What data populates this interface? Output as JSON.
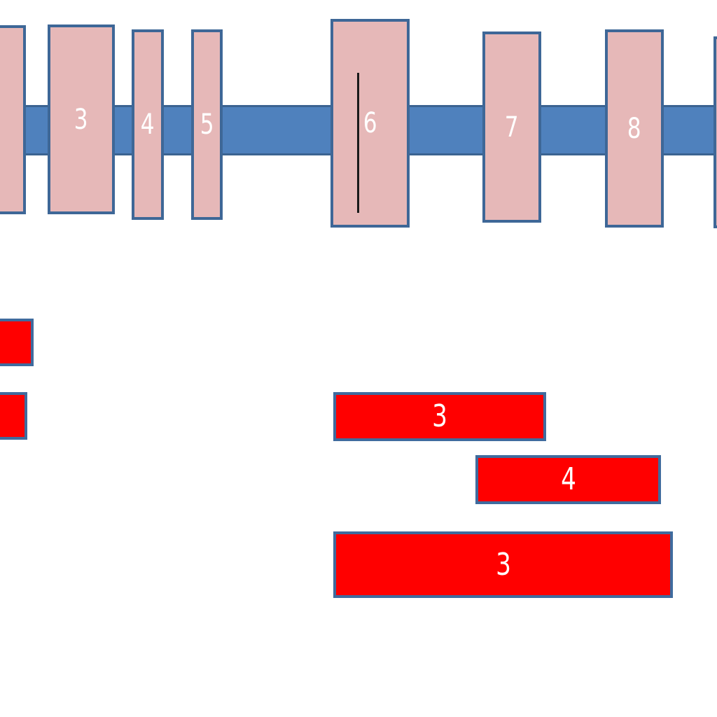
{
  "colors": {
    "track": "#4f81bd",
    "exon_fill": "#e6b8b8",
    "exon_border": "#3e6797",
    "bar_fill": "#ff0000",
    "bar_border": "#3f6b9e",
    "label": "#ffffff"
  },
  "gene": {
    "exons": [
      {
        "label": ""
      },
      {
        "label": "3"
      },
      {
        "label": "4"
      },
      {
        "label": "5"
      },
      {
        "label": "6"
      },
      {
        "label": "7"
      },
      {
        "label": "8"
      },
      {
        "label": ""
      }
    ]
  },
  "bars": [
    {
      "label": ""
    },
    {
      "label": ""
    },
    {
      "label": "3"
    },
    {
      "label": "4"
    },
    {
      "label": "3"
    }
  ]
}
